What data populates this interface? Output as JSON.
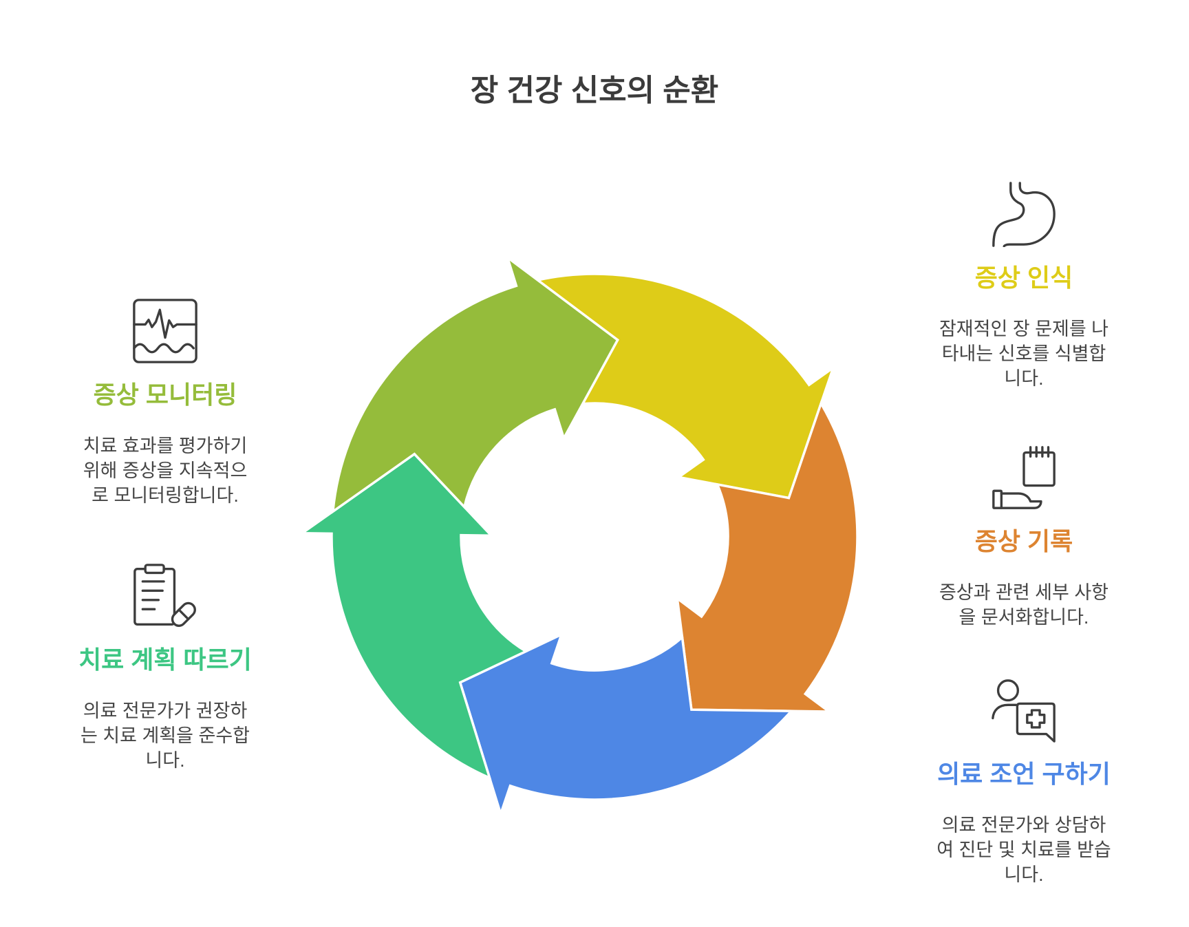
{
  "title": "장 건강 신호의 순환",
  "steps": [
    {
      "heading": "증상 인식",
      "desc": [
        "잠재적인 장 문제를 나",
        "타내는 신호를 식별합",
        "니다."
      ],
      "color": "#DECC18",
      "icon": "stomach-icon"
    },
    {
      "heading": "증상 기록",
      "desc": [
        "증상과 관련 세부 사항",
        "을 문서화합니다."
      ],
      "color": "#DD8431",
      "icon": "calendar-hand-icon"
    },
    {
      "heading": "의료 조언 구하기",
      "desc": [
        "의료 전문가와 상담하",
        "여 진단 및 치료를 받습",
        "니다."
      ],
      "color": "#4E87E5",
      "icon": "doctor-consult-icon"
    },
    {
      "heading": "치료 계획 따르기",
      "desc": [
        "의료 전문가가 권장하",
        "는 치료 계획을 준수합",
        "니다."
      ],
      "color": "#3DC683",
      "icon": "clipboard-pill-icon"
    },
    {
      "heading": "증상 모니터링",
      "desc": [
        "치료 효과를 평가하기",
        "위해 증상을 지속적으",
        "로 모니터링합니다."
      ],
      "color": "#95BC3B",
      "icon": "heart-monitor-icon"
    }
  ]
}
